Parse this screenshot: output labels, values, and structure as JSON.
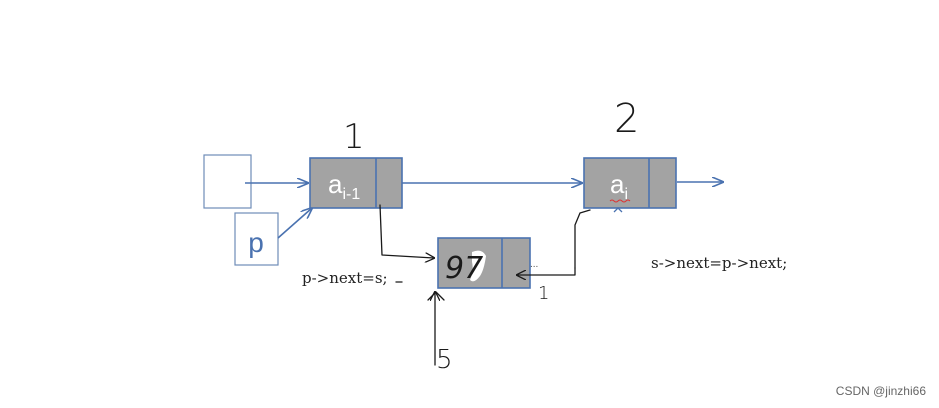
{
  "nodes": {
    "a_prev": {
      "base": "a",
      "sub": "i-1"
    },
    "a_i": {
      "base": "a",
      "sub": "i"
    },
    "new_node": {
      "value": "97"
    }
  },
  "pointer_label": "p",
  "code": {
    "left": "p->next=s;",
    "right": "s->next=p->next;"
  },
  "step_numbers": {
    "one_top": "1",
    "two": "2",
    "one_small": "1",
    "five": "5"
  },
  "ellipsis": "...",
  "watermark": "CSDN @jinzhi66",
  "colors": {
    "node_fill": "#a3a3a3",
    "node_border": "#4a72b0",
    "arrow": "#4a72b0"
  }
}
